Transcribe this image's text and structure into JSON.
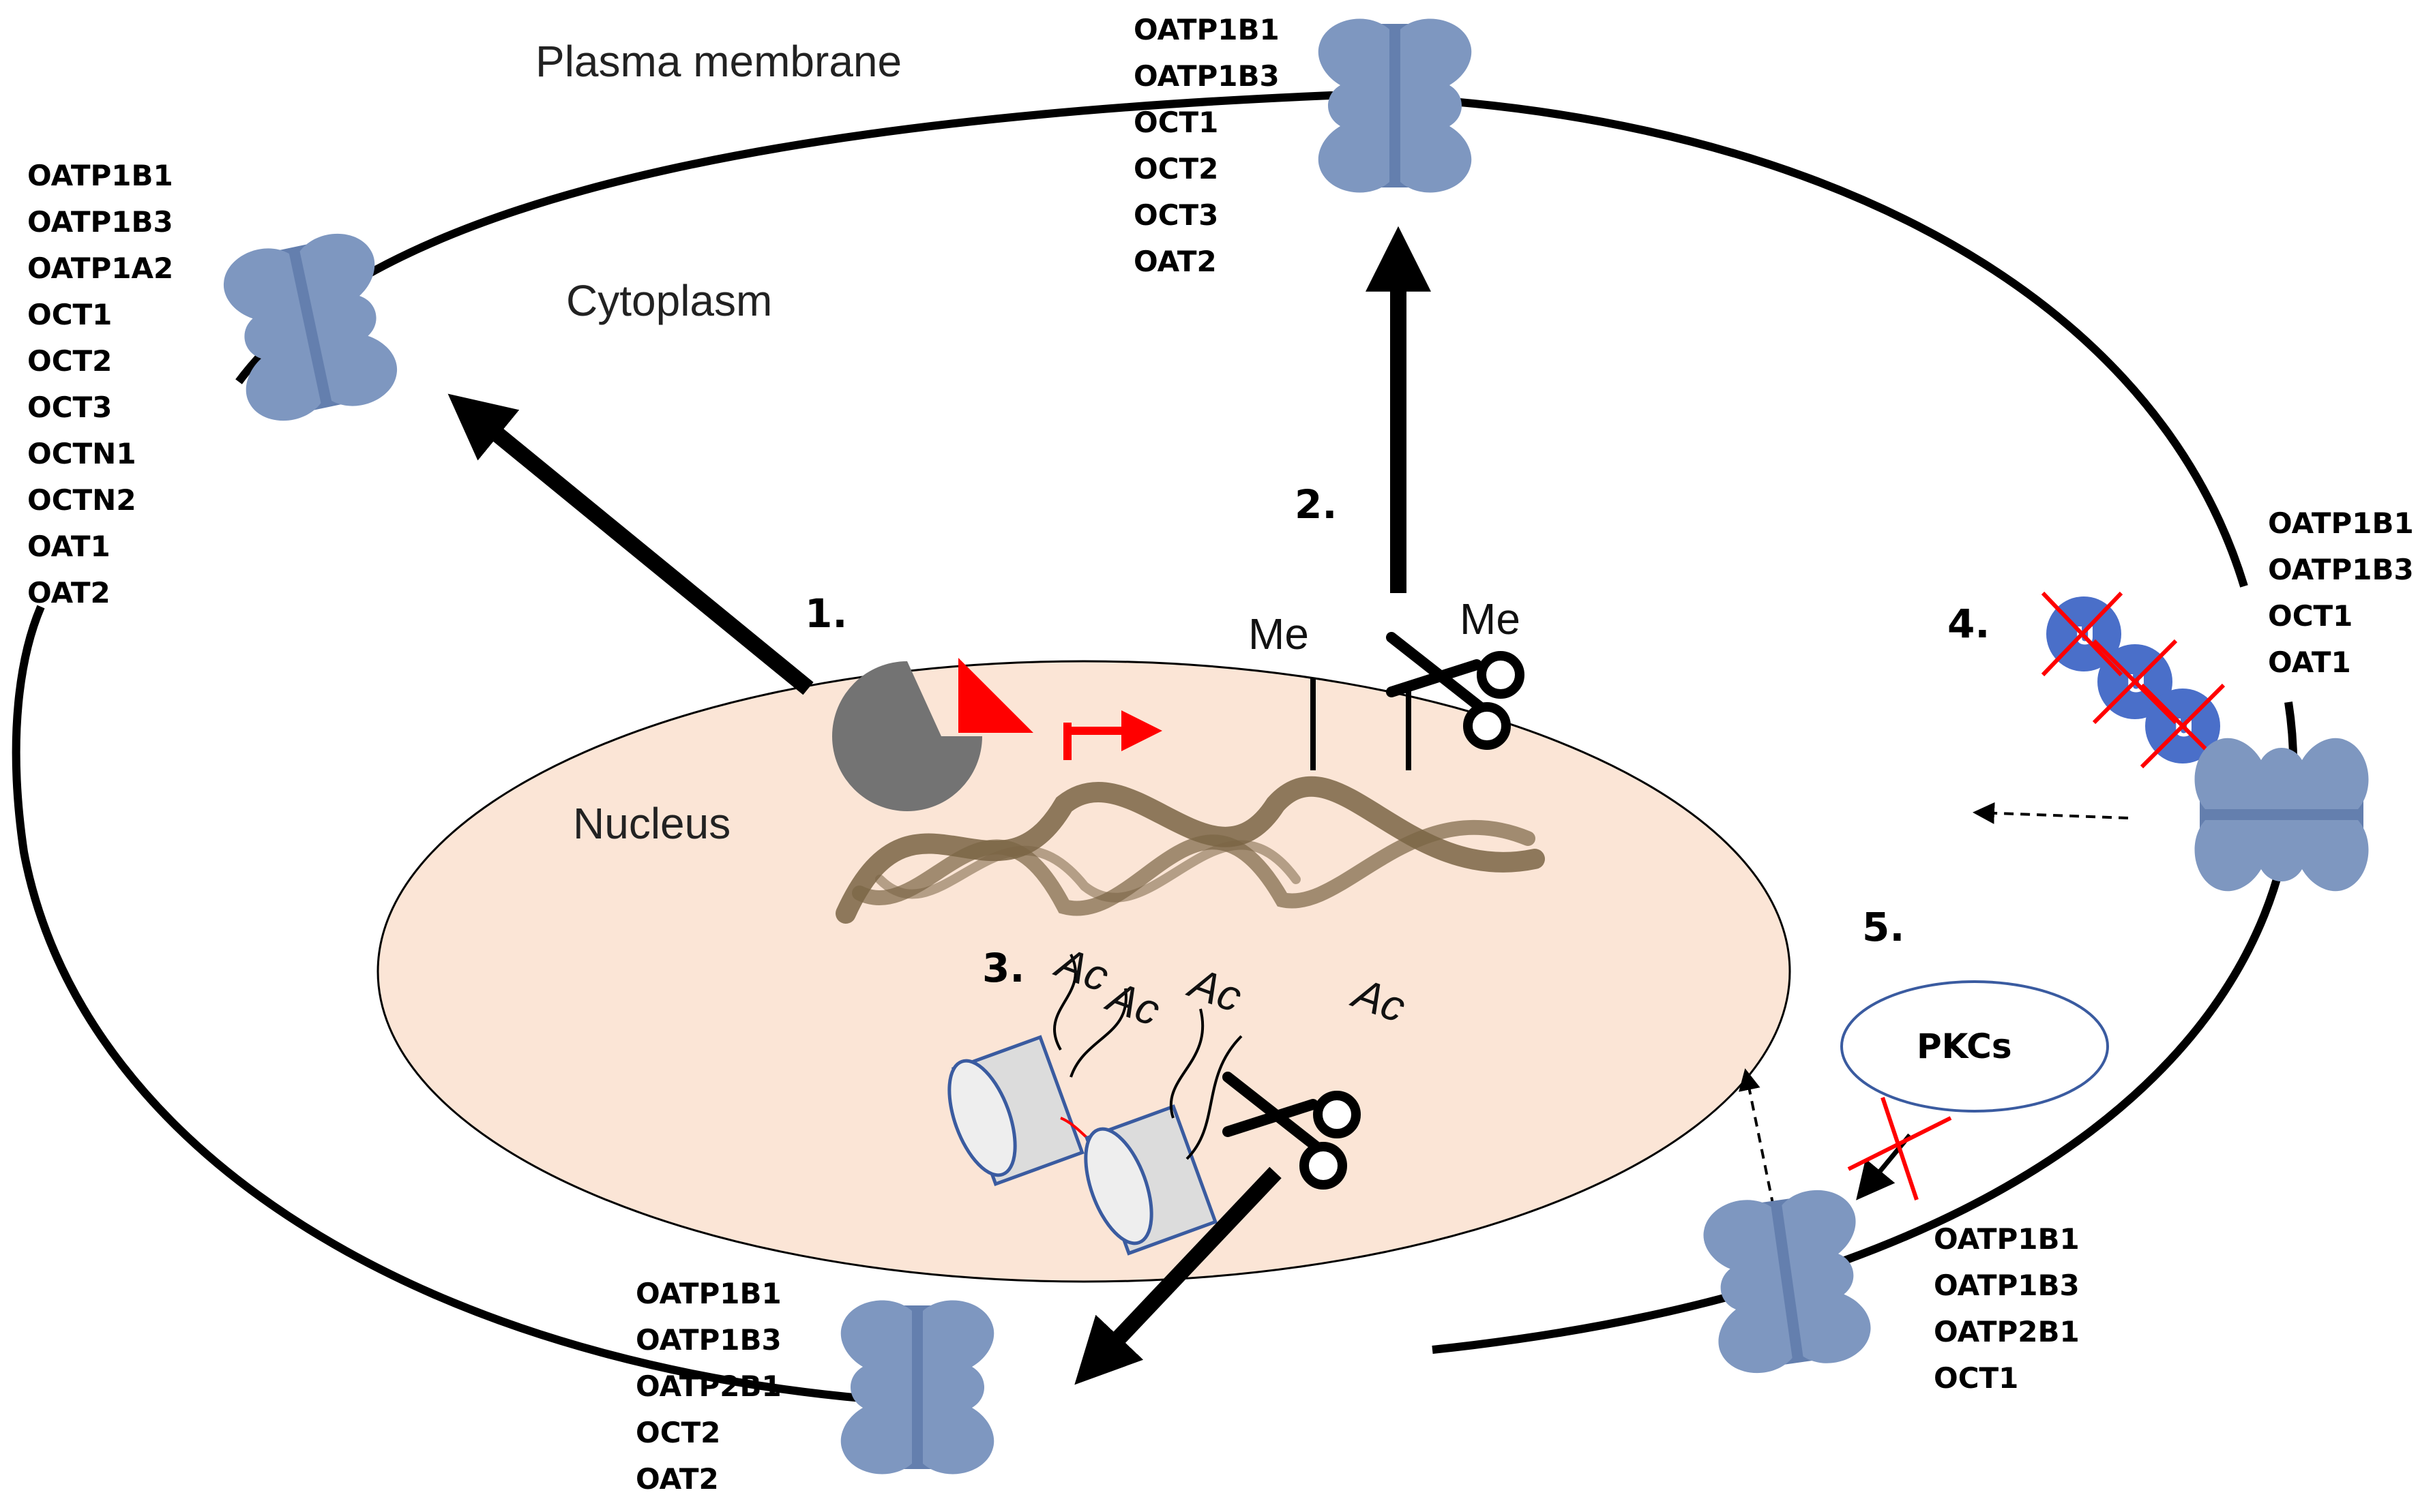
{
  "labels": {
    "plasma_membrane": "Plasma membrane",
    "cytoplasm": "Cytoplasm",
    "nucleus": "Nucleus"
  },
  "steps": {
    "s1": "1.",
    "s2": "2.",
    "s3": "3.",
    "s4": "4.",
    "s5": "5."
  },
  "marks": {
    "methyl": "Me",
    "acetyl": "Ac",
    "ubiquitin": "U",
    "pkc": "PKCs"
  },
  "transporter_lists": {
    "left": [
      "OATP1B1",
      "OATP1B3",
      "OATP1A2",
      "OCT1",
      "OCT2",
      "OCT3",
      "OCTN1",
      "OCTN2",
      "OAT1",
      "OAT2"
    ],
    "top": [
      "OATP1B1",
      "OATP1B3",
      "OCT1",
      "OCT2",
      "OCT3",
      "OAT2"
    ],
    "right": [
      "OATP1B1",
      "OATP1B3",
      "OCT1",
      "OAT1"
    ],
    "bottom_right": [
      "OATP1B1",
      "OATP1B3",
      "OATP2B1",
      "OCT1"
    ],
    "bottom": [
      "OATP1B1",
      "OATP1B3",
      "OATP2B1",
      "OCT2",
      "OAT2"
    ]
  },
  "colors": {
    "nucleus_fill": "#fbe5d6",
    "transporter": "#7e97c0",
    "transporter_dark": "#5d7aa8",
    "inhibit": "#ff0000",
    "ubiquitin": "#4a6fc9",
    "dna": "#7a6545"
  }
}
